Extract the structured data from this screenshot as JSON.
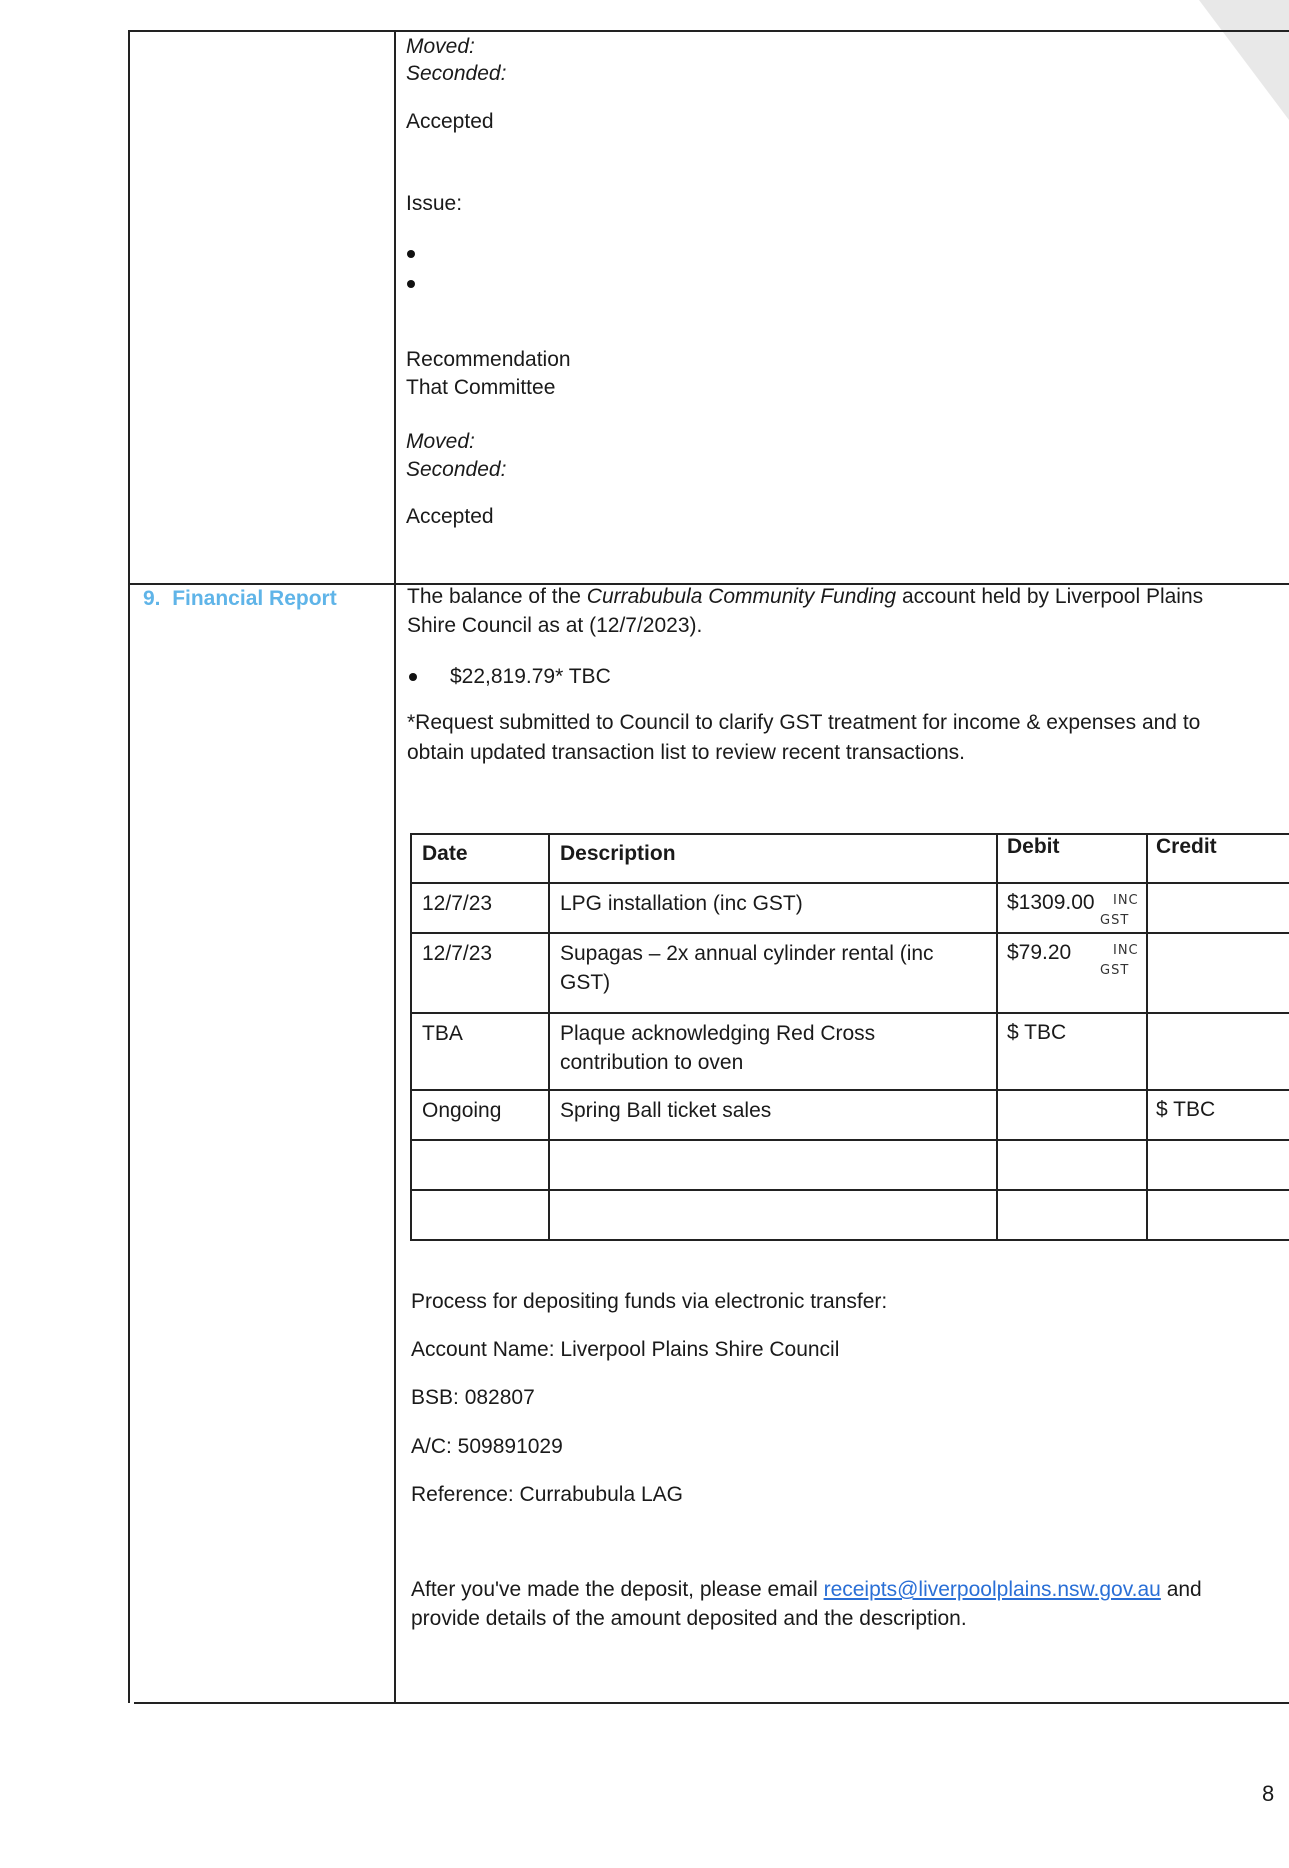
{
  "upper_section": {
    "moved_1": "Moved:",
    "seconded_1": "Seconded:",
    "accepted_1": "Accepted",
    "issue": "Issue:",
    "recommendation": "Recommendation",
    "that_committee": "That Committee",
    "moved_2": "Moved:",
    "seconded_2": "Seconded:",
    "accepted_2": "Accepted"
  },
  "financial_report": {
    "number": "9.",
    "title": "Financial Report",
    "balance_pre": "The balance of the ",
    "balance_account": "Currabubula Community Funding",
    "balance_post": " account held by Liverpool Plains",
    "balance_line2": "Shire Council as at (12/7/2023).",
    "balance_amount": "$22,819.79* TBC",
    "request_line1": "*Request submitted to Council to clarify GST treatment for income & expenses and to",
    "request_line2": "obtain updated transaction list to review recent transactions.",
    "table": {
      "headers": [
        "Date",
        "Description",
        "Debit",
        "Credit"
      ],
      "rows": [
        {
          "date": "12/7/23",
          "description": [
            "LPG installation (inc GST)"
          ],
          "debit": "$1309.00",
          "note": [
            "INC",
            "GST"
          ],
          "credit": ""
        },
        {
          "date": "12/7/23",
          "description": [
            "Supagas – 2x annual cylinder rental (inc",
            "GST)"
          ],
          "debit": "$79.20",
          "note": [
            "INC",
            "GST"
          ],
          "credit": ""
        },
        {
          "date": "TBA",
          "description": [
            "Plaque    acknowledging    Red    Cross",
            "contribution to oven"
          ],
          "debit": "$ TBC",
          "note": [],
          "credit": ""
        },
        {
          "date": "Ongoing",
          "description": [
            "Spring Ball ticket sales"
          ],
          "debit": "",
          "note": [],
          "credit": "$ TBC"
        },
        {
          "date": "",
          "description": [
            ""
          ],
          "debit": "",
          "note": [],
          "credit": ""
        },
        {
          "date": "",
          "description": [
            ""
          ],
          "debit": "",
          "note": [],
          "credit": ""
        }
      ]
    },
    "process_heading": "Process for depositing funds via electronic transfer:",
    "account_name": "Account Name: Liverpool Plains Shire Council",
    "bsb": "BSB: 082807",
    "ac": "A/C: 509891029",
    "reference": "Reference: Currabubula LAG",
    "after_pre": "After you've made the deposit, please email ",
    "email": "receipts@liverpoolplains.nsw.gov.au",
    "after_post": " and",
    "after_line2": "provide details of the amount deposited and the description."
  },
  "page_number": "8"
}
